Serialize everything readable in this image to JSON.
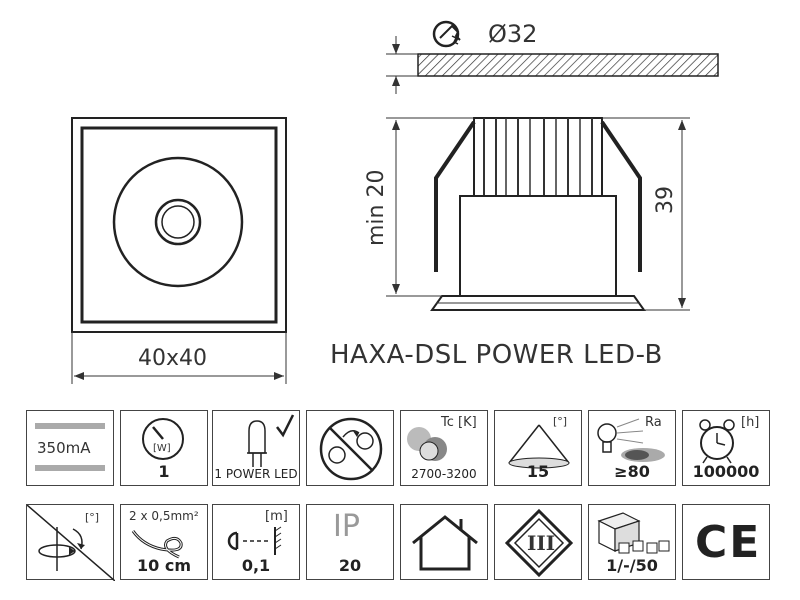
{
  "drawing": {
    "product_name": "HAXA-DSL POWER LED-B",
    "front_dimension": "40x40",
    "hole_diameter": "Ø32",
    "min_depth": "min 20",
    "height": "39"
  },
  "specs_row1": [
    {
      "icon": "current-icon",
      "text": "350mA"
    },
    {
      "icon": "power-watt-icon",
      "unit": "[W]",
      "value": "1"
    },
    {
      "icon": "led-diode-icon",
      "text": "1 POWER LED"
    },
    {
      "icon": "bulb-replaceable-icon"
    },
    {
      "icon": "color-temperature-icon",
      "unit": "Tc [K]",
      "value": "2700-3200"
    },
    {
      "icon": "beam-angle-icon",
      "unit": "[°]",
      "value": "15"
    },
    {
      "icon": "color-rendering-icon",
      "unit": "Ra",
      "value": "≥80"
    },
    {
      "icon": "lifetime-clock-icon",
      "unit": "[h]",
      "value": "100000"
    }
  ],
  "specs_row2": [
    {
      "icon": "rotation-tilt-icon",
      "unit": "[°]"
    },
    {
      "icon": "cable-icon",
      "unit": "2 x 0,5mm²",
      "value": "10 cm"
    },
    {
      "icon": "distance-icon",
      "unit": "[m]",
      "value": "0,1"
    },
    {
      "icon": "ip-rating-icon",
      "text": "IP",
      "value": "20"
    },
    {
      "icon": "indoor-house-icon"
    },
    {
      "icon": "class-iii-icon",
      "text": "III"
    },
    {
      "icon": "packaging-boxes-icon",
      "value": "1/-/50"
    },
    {
      "icon": "ce-mark-icon",
      "text": "CE"
    }
  ]
}
